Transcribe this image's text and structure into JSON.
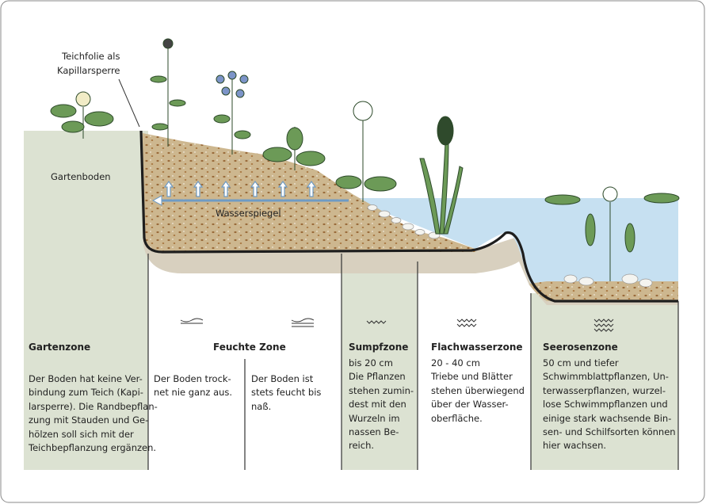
{
  "labels": {
    "liner": "Teichfolie als\nKapillarsperre",
    "garden_soil": "Gartenboden",
    "water_level": "Wasserspiegel"
  },
  "zones": [
    {
      "title": "Gartenzone",
      "text": "Der Boden hat keine Ver-\nbindung zum Teich (Kapi-\nlarsperre). Die Randbepflan-\nzung mit Stauden und Ge-\nhölzen soll sich mit der\nTeichbepflanzung ergänzen."
    },
    {
      "title": "Feuchte Zone",
      "text_a": "Der Boden trock-\nnet nie ganz aus.",
      "text_b": "Der Boden ist\nstets feucht bis\nnaß."
    },
    {
      "title": "Sumpfzone",
      "text": "bis 20 cm\nDie Pflanzen\nstehen zumin-\ndest mit den\nWurzeln im\nnassen Be-\nreich."
    },
    {
      "title": "Flachwasserzone",
      "text": "20 - 40 cm\nTriebe und Blätter\nstehen überwiegend\nüber der Wasser-\noberfläche."
    },
    {
      "title": "Seerosenzone",
      "text": "50 cm und tiefer\nSchwimmblattpflanzen, Un-\nterwasserpflanzen, wurzel-\nlose Schwimmpflanzen und\neinige stark wachsende Bin-\nsen- und Schilfsorten können\nhier wachsen."
    }
  ],
  "colors": {
    "green_zone": "#dce2d2",
    "soil": "#cdb78f",
    "water": "#c6e0f1",
    "liner": "#1e1e1e"
  }
}
